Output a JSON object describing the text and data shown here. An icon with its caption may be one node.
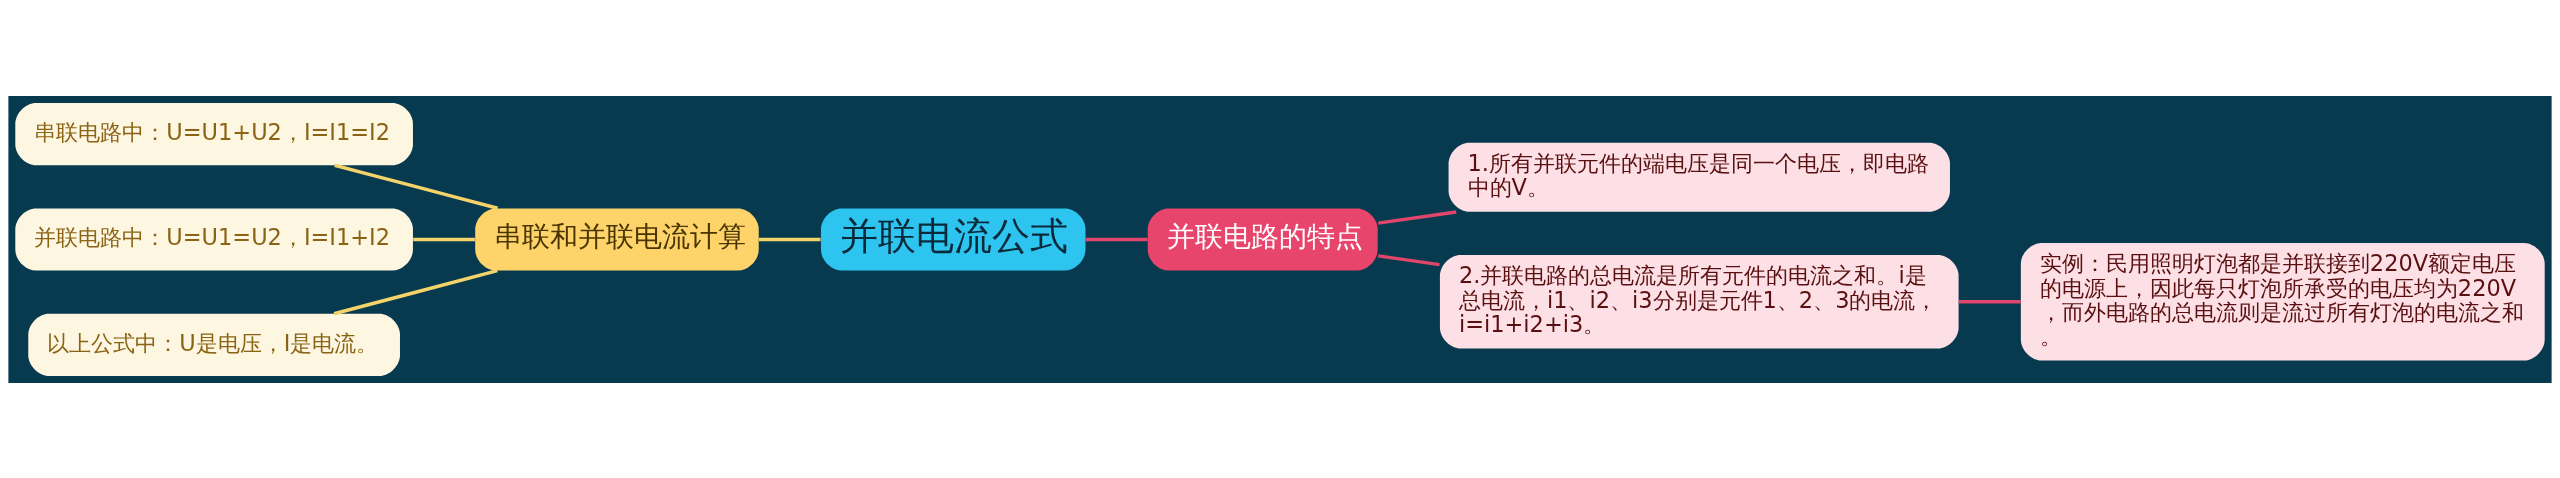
{
  "diagram": {
    "nodes": [
      {
        "text": [
          "并联电流公式"
        ]
      },
      {
        "text": [
          "串联和并联电流计算"
        ]
      },
      {
        "text": [
          "串联电路中：U=U1+U2，I=I1=I2"
        ]
      },
      {
        "text": [
          "并联电路中：U=U1=U2，I=I1+I2"
        ]
      },
      {
        "text": [
          "以上公式中：U是电压，I是电流。"
        ]
      },
      {
        "text": [
          "并联电路的特点"
        ]
      },
      {
        "text": [
          "1.所有并联元件的端电压是同一个电压，即电路中的V。"
        ]
      },
      {
        "text": [
          "2.并联电路的总电流是所有元件的电流之和。i是总电流，i1、i2、i3分别是元件1、2、3的电流，i=i1+i2+i3。"
        ]
      },
      {
        "text": [
          "实例：民用照明灯泡都是并联接到220V额定电压的电源上，因此每只灯泡所承受的电压均为220V，而外电路的总电流则是流过所有灯泡的电流之和。"
        ]
      }
    ],
    "edges": [
      {
        "from": 0,
        "to": 1,
        "arrow": "none",
        "color": "#f5d36b"
      },
      {
        "from": 1,
        "to": 2,
        "arrow": "none",
        "color": "#f5d36b"
      },
      {
        "from": 1,
        "to": 3,
        "arrow": "none",
        "color": "#f5d36b"
      },
      {
        "from": 1,
        "to": 4,
        "arrow": "none",
        "color": "#f5d36b"
      },
      {
        "from": 0,
        "to": 5,
        "arrow": "none",
        "color": "#e0456c"
      },
      {
        "from": 5,
        "to": 6,
        "arrow": "none",
        "color": "#e0456c"
      },
      {
        "from": 5,
        "to": 7,
        "arrow": "none",
        "color": "#e0456c"
      },
      {
        "from": 7,
        "to": 8,
        "arrow": "none",
        "color": "#e0456c"
      }
    ]
  }
}
